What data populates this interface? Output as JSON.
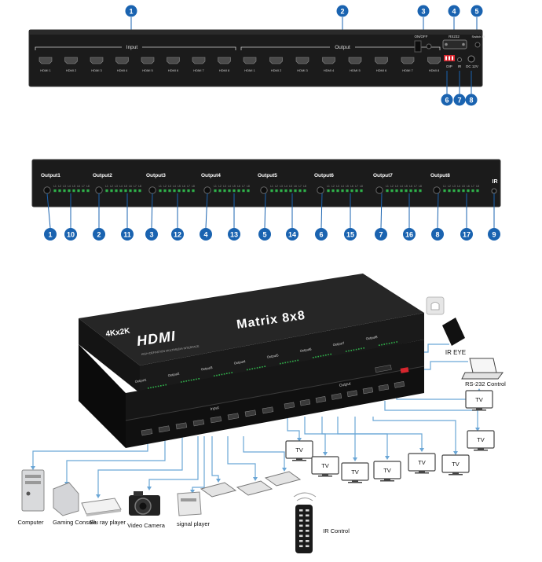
{
  "colors": {
    "callout": "#1a63b0",
    "panel": "#1b1b1b",
    "panel_edge": "#3a3a3a",
    "port": "#4a4a4a",
    "led": "#2fb24a",
    "red_switch": "#d6262e",
    "line_blue": "#6aa6d6",
    "device_grey": "#cfd0d2"
  },
  "rear_panel": {
    "input_label": "Input",
    "output_label": "Output",
    "input_ports": [
      "HDMI 1",
      "HDMI 2",
      "HDMI 3",
      "HDMI 4",
      "HDMI 5",
      "HDMI 6",
      "HDMI 7",
      "HDMI 8"
    ],
    "output_ports": [
      "HDMI 1",
      "HDMI 2",
      "HDMI 3",
      "HDMI 4",
      "HDMI 5",
      "HDMI 6",
      "HDMI 7",
      "HDMI 8"
    ],
    "onoff_label": "ON/OFF",
    "rs232_label": "RS232",
    "switch_label": "Switch IR",
    "dip_label": "DIP",
    "ir_label": "IR",
    "dc_label": "DC 12V",
    "callouts_top": [
      "1",
      "2",
      "3",
      "4",
      "5"
    ],
    "callouts_bottom": [
      "6",
      "7",
      "8"
    ]
  },
  "front_panel": {
    "outputs": [
      "Output1",
      "Output2",
      "Output3",
      "Output4",
      "Output5",
      "Output6",
      "Output7",
      "Output8"
    ],
    "led_labels": [
      "L1",
      "L2",
      "L3",
      "L4",
      "L5",
      "L6",
      "L7",
      "L8"
    ],
    "ir_label": "IR",
    "callouts": [
      "1",
      "10",
      "2",
      "11",
      "3",
      "12",
      "4",
      "13",
      "5",
      "14",
      "6",
      "15",
      "7",
      "16",
      "8",
      "17",
      "9"
    ]
  },
  "product": {
    "badge": "4Kx2K",
    "brand": "HDMI",
    "title": "Matrix 8x8",
    "subtitle": "HIGH-DEFINITION MULTIMEDIA INTERFACE",
    "input_label": "Input",
    "output_label": "Output"
  },
  "labels": {
    "ir_eye": "IR EYE",
    "rs232_control": "RS-232 Control",
    "tv": "TV",
    "computer": "Computer",
    "gaming_console": "Gaming Console",
    "bluray": "Blu ray player",
    "video_camera": "Video Camera",
    "signal_player": "signal player",
    "ir_control": "IR Control"
  }
}
